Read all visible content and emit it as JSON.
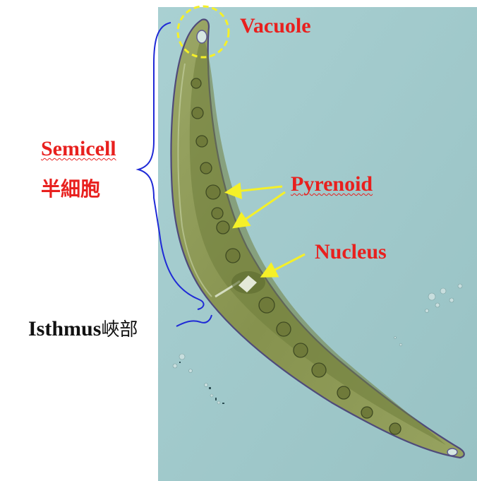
{
  "labels": {
    "vacuole": "Vacuole",
    "semicell": "Semicell",
    "semicell_cjk": "半細胞",
    "pyrenoid": "Pyrenoid",
    "nucleus": "Nucleus",
    "isthmus": "Isthmus",
    "isthmus_cjk": "峽部"
  },
  "colors": {
    "label_red": "#e8201e",
    "arrow_yellow": "#f5f028",
    "brace_blue": "#1f2ad6",
    "photo_background": "#9fc7c9",
    "cell_green": "#8f9a58"
  }
}
